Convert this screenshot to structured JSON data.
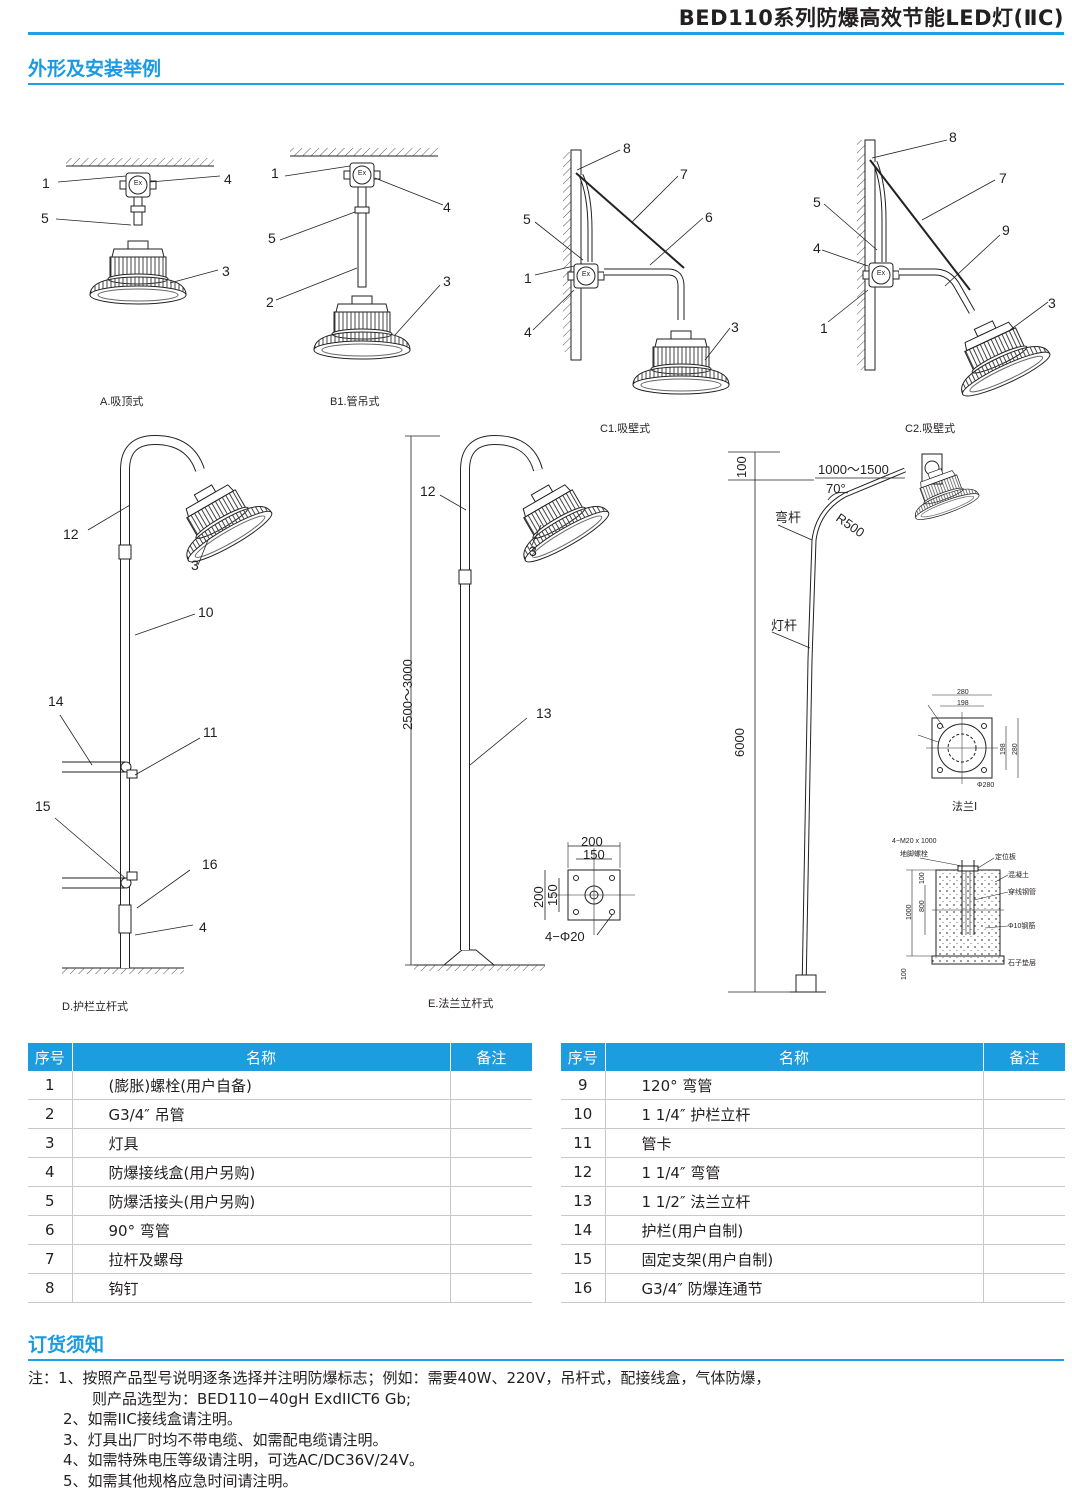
{
  "page_title": "BED110系列防爆高效节能LED灯(ⅡC)",
  "section_install": "外形及安装举例",
  "captions": {
    "a": "A.吸顶式",
    "b1": "B1.管吊式",
    "c1": "C1.吸壁式",
    "c2": "C2.吸壁式",
    "d": "D.护栏立杆式",
    "e": "E.法兰立杆式"
  },
  "callouts": {
    "a": [
      "1",
      "4",
      "5",
      "3"
    ],
    "b1": [
      "1",
      "4",
      "5",
      "2",
      "3"
    ],
    "c1": [
      "8",
      "7",
      "6",
      "5",
      "1",
      "4",
      "3"
    ],
    "c2": [
      "8",
      "7",
      "5",
      "9",
      "4",
      "1",
      "3"
    ],
    "d": [
      "12",
      "3",
      "10",
      "14",
      "11",
      "15",
      "16",
      "4"
    ],
    "e": [
      "12",
      "3",
      "13"
    ]
  },
  "labels": {
    "ex": "Ex",
    "e_height": "2500～3000",
    "e_flange_w1": "200",
    "e_flange_w2": "150",
    "e_flange_h1": "200",
    "e_flange_h2": "150",
    "e_holes": "4−Φ20",
    "pole_top": "100",
    "pole_arm": "1000～1500",
    "pole_angle": "70°",
    "pole_bend": "弯杆",
    "pole_radius": "R500",
    "pole_shaft": "灯杆",
    "pole_height": "6000",
    "flange_title": "法兰Ⅰ",
    "flange_w1": "280",
    "flange_w2": "198",
    "flange_h1": "280",
    "flange_h2": "198",
    "flange_d": "Φ280",
    "found_bolt": "4−M20 x 1000",
    "found_bolt2": "地脚螺栓",
    "found_plate": "定位板",
    "found_concrete": "混凝土",
    "found_pipe": "穿线钢管",
    "found_rebar": "Φ10钢筋",
    "found_gravel": "石子垫层",
    "found_1000": "1000",
    "found_800": "800",
    "found_100": "100",
    "found_100b": "100"
  },
  "table": {
    "headers": [
      "序号",
      "名称",
      "备注"
    ],
    "left_rows": [
      {
        "no": "1",
        "name": "(膨胀)螺栓(用户自备)",
        "note": ""
      },
      {
        "no": "2",
        "name": "G3/4″ 吊管",
        "note": ""
      },
      {
        "no": "3",
        "name": "灯具",
        "note": ""
      },
      {
        "no": "4",
        "name": "防爆接线盒(用户另购)",
        "note": ""
      },
      {
        "no": "5",
        "name": "防爆活接头(用户另购)",
        "note": ""
      },
      {
        "no": "6",
        "name": "90° 弯管",
        "note": ""
      },
      {
        "no": "7",
        "name": "拉杆及螺母",
        "note": ""
      },
      {
        "no": "8",
        "name": "钩钉",
        "note": ""
      }
    ],
    "right_rows": [
      {
        "no": "9",
        "name": "120° 弯管",
        "note": ""
      },
      {
        "no": "10",
        "name": "1 1/4″ 护栏立杆",
        "note": ""
      },
      {
        "no": "11",
        "name": "管卡",
        "note": ""
      },
      {
        "no": "12",
        "name": "1 1/4″ 弯管",
        "note": ""
      },
      {
        "no": "13",
        "name": "1 1/2″ 法兰立杆",
        "note": ""
      },
      {
        "no": "14",
        "name": "护栏(用户自制)",
        "note": ""
      },
      {
        "no": "15",
        "name": "固定支架(用户自制)",
        "note": ""
      },
      {
        "no": "16",
        "name": "G3/4″ 防爆连通节",
        "note": ""
      }
    ]
  },
  "section_order": "订货须知",
  "notes": [
    "注：1、按照产品型号说明逐条选择并注明防爆标志；例如：需要40W、220V，吊杆式，配接线盒，气体防爆，",
    "则产品选型为：BED110−40gH ExdIICT6 Gb;",
    "2、如需IIC接线盒请注明。",
    "3、灯具出厂时均不带电缆、如需配电缆请注明。",
    "4、如需特殊电压等级请注明，可选AC/DC36V/24V。",
    "5、如需其他规格应急时间请注明。"
  ]
}
